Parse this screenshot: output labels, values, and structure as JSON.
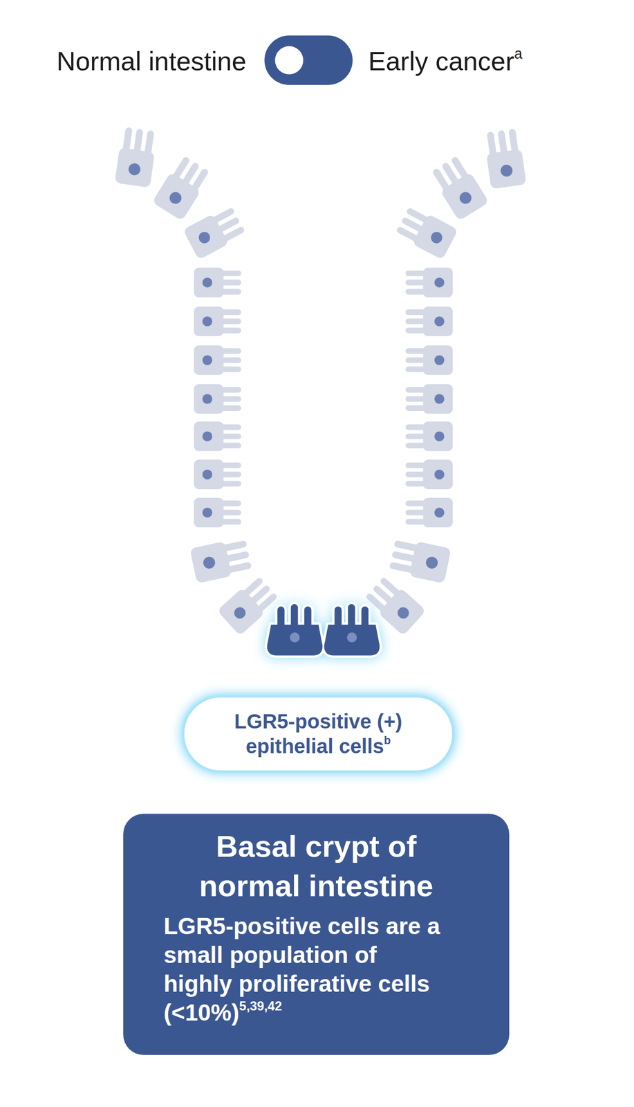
{
  "diagram": {
    "nodes": [
      {
        "text": [
          "LGR5-positive (+) epithelial cells",
          "b"
        ]
      },
      {
        "text": [
          "Basal crypt of normal intestine",
          "LGR5-positive cells are a small population of highly proliferative cells (<10%)",
          "5,39,42"
        ]
      }
    ],
    "labels": [
      "Normal intestine",
      "Early cancer",
      "a"
    ]
  }
}
